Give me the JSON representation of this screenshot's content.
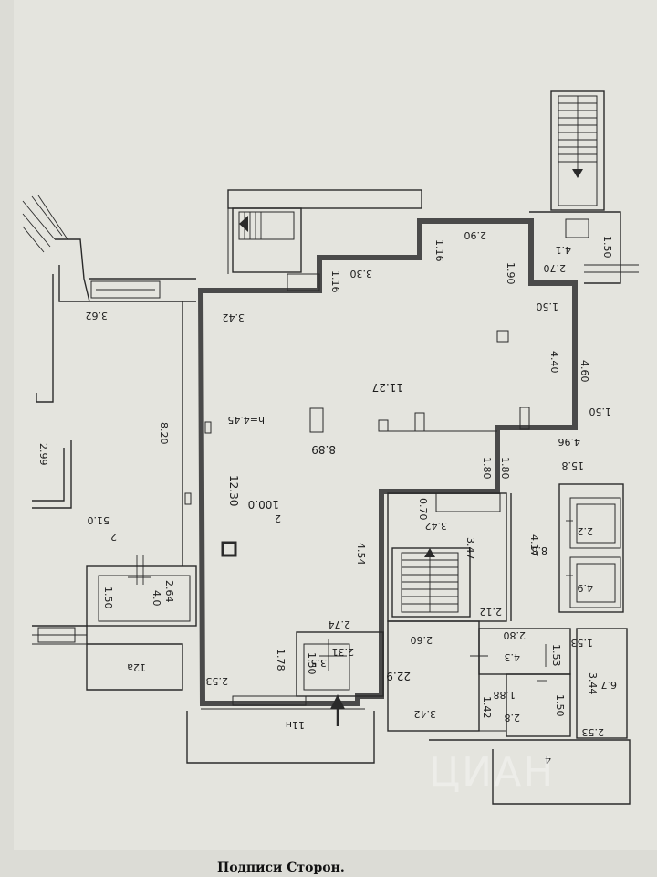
{
  "plan": {
    "labels": {
      "l_362": "3.62",
      "l_299": "2.99",
      "l_820": "8.20",
      "l_room2_area": "51.0",
      "l_room2_num": "2",
      "l_342_top": "3.42",
      "l_116_a": "1.16",
      "l_116_b": "1.16",
      "l_330": "3.30",
      "l_290": "2.90",
      "l_190": "1.90",
      "l_270": "2.70",
      "l_41": "4.1",
      "l_150_r": "1.50",
      "l_150_mid": "1.50",
      "l_440": "4.40",
      "l_460": "4.60",
      "l_150_b": "1.50",
      "l_1127": "11.27",
      "l_h445": "h=4.45",
      "l_889": "8.89",
      "l_496": "4.96",
      "l_158": "15.8",
      "l_1230": "12.30",
      "l_main_num": "2",
      "l_main_area": "100.0",
      "l_180_a": "1.80",
      "l_180_b": "1.80",
      "l_070": "0.70",
      "l_342_mid": "3.42",
      "l_347": "3.47",
      "l_417": "4.17",
      "l_88": "8.8",
      "l_22": "2.2",
      "l_49": "4.9",
      "l_454": "4.54",
      "l_150_l": "1.50",
      "l_264": "2.64",
      "l_40": "4.0",
      "l_12a": "12a",
      "l_274": "2.74",
      "l_231": "2.31",
      "l_35": "3.5",
      "l_150_s": "1.50",
      "l_178": "1.78",
      "l_253": "2.53",
      "l_11n": "11н",
      "l_260": "2.60",
      "l_229": "22.9",
      "l_342_bot": "3.42",
      "l_212": "2.12",
      "l_280": "2.80",
      "l_43": "4.3",
      "l_153_a": "1.53",
      "l_153_b": "1.53",
      "l_142": "1.42",
      "l_188": "1.88",
      "l_150_c": "1.50",
      "l_28": "2.8",
      "l_67": "6.7",
      "l_344": "3.44",
      "l_253_b": "2.53",
      "l_4": "4"
    },
    "colors": {
      "paper": "#e6e6e0",
      "line": "#2a2a2a",
      "boundary": "#4a4a4a"
    }
  },
  "footer": {
    "signatures": "Подписи Сторон."
  },
  "watermark": {
    "text": "ЦИАН"
  }
}
